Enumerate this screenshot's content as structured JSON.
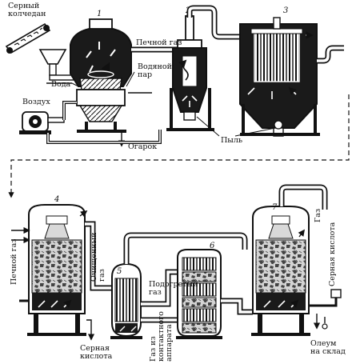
{
  "colors": {
    "ink": "#111111",
    "fill_dark": "#1a1a1a",
    "fill_mid": "#6f6f6f",
    "fill_light": "#d9d9d9",
    "paper": "#ffffff"
  },
  "labels": {
    "pyrite": "Серный\nколчедан",
    "air": "Воздух",
    "water": "Вода",
    "steam": "Водяной\nпар",
    "cinder": "Огарок",
    "furnace_gas": "Печной газ",
    "dust": "Пыль",
    "furnace_gas_vertical": "Печной газ",
    "purified_gas": "Очищенный\nгаз",
    "sulfuric_acid": "Серная\nкислота",
    "heated_gas": "Подогретый\nгаз",
    "gas_from_contact": "Газ из\nконтактного\nаппарата",
    "gas_vertical": "Газ",
    "sulfuric_acid_vertical": "Серная кислота",
    "oleum": "Олеум\nна склад"
  },
  "unit_numbers": [
    "1",
    "2",
    "3",
    "4",
    "5",
    "6",
    "7"
  ],
  "icons": [
    "arrow-icon",
    "motor-icon",
    "conveyor-icon"
  ]
}
